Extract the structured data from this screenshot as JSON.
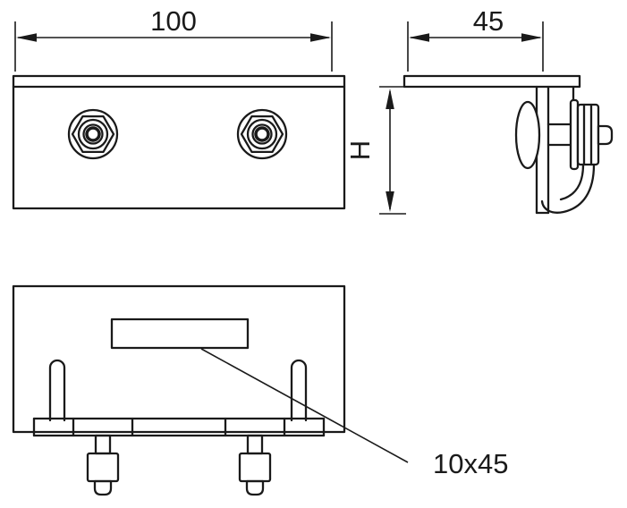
{
  "drawing": {
    "labels": {
      "width": "100",
      "depth": "45",
      "height": "H",
      "slot": "10x45"
    },
    "colors": {
      "line": "#1a1a1a",
      "background": "#ffffff"
    }
  }
}
